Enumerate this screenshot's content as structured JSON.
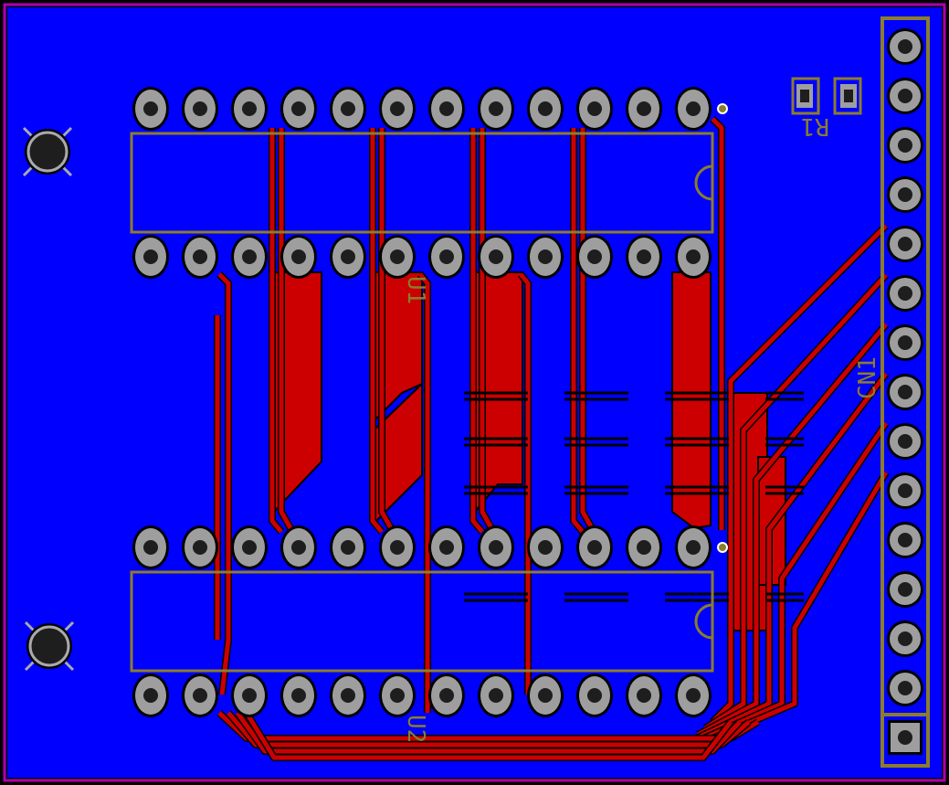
{
  "board": {
    "colors": {
      "background": "#000000",
      "copper_fill": "#0000ff",
      "trace": "#cc0000",
      "outline": "#b000b0",
      "silkscreen": "#8b7d2a",
      "pad": "#9e9e9e",
      "drill": "#1e1e1e",
      "mount_cross": "#aaaaaa"
    },
    "labels": {
      "u1": "U1",
      "u2": "U2",
      "r1": "R1",
      "cn1": "CN1"
    },
    "components": {
      "u1_pin_count": 24,
      "u2_pin_count": 24,
      "cn1_pin_count": 15,
      "r1_pad_count": 2,
      "mounting_holes": 2
    }
  }
}
